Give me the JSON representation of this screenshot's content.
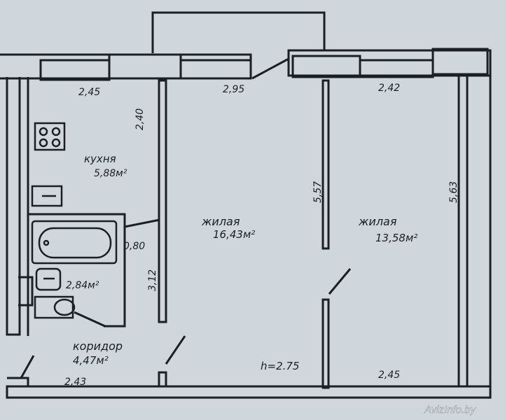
{
  "labels": {
    "kitchen_name": "кухня",
    "kitchen_area": "5,88м²",
    "living_big_name": "жилая",
    "living_big_area": "16,43м²",
    "living_small_name": "жилая",
    "living_small_area": "13,58м²",
    "bath_area": "2,84м²",
    "corridor_name": "коридор",
    "corridor_area": "4,47м²",
    "ceiling_height": "h=2.75"
  },
  "dimensions": {
    "kitchen_width": "2,45",
    "big_room_width": "2,95",
    "small_room_width": "2,42",
    "kitchen_length": "2,40",
    "door_width": "0,80",
    "hall_length": "3,12",
    "big_room_length": "5,57",
    "small_room_length": "5,63",
    "corridor_width": "2,43",
    "small_room_bottom_width": "2,45"
  },
  "watermark": "AvizInfo.by",
  "colors": {
    "paper": "#cfd6dc",
    "ink": "#1a1f26"
  }
}
